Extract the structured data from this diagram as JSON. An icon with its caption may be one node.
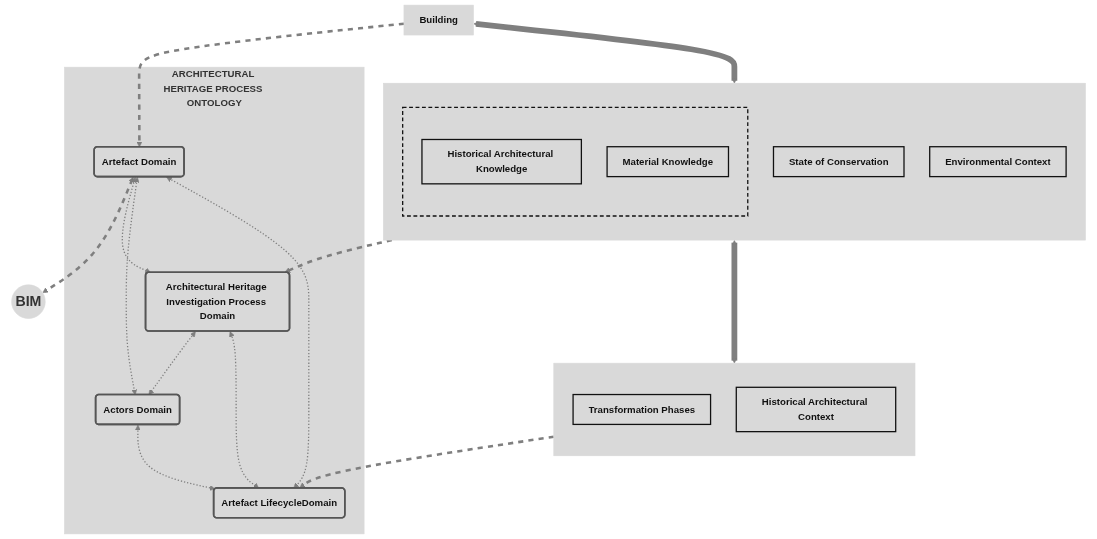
{
  "diagram": {
    "nodes": [
      {
        "text": [
          "Building"
        ]
      },
      {
        "text": [],
        "shape": "box"
      },
      {
        "text": [],
        "shape": "box",
        "in": 1
      },
      {
        "text": [
          "Historical Architectural Knowledge"
        ],
        "in": 2
      },
      {
        "text": [
          "Material Knowledge"
        ],
        "in": 2
      },
      {
        "text": [
          "State of Conservation"
        ],
        "in": 1
      },
      {
        "text": [
          "Environmental Context"
        ],
        "in": 1
      },
      {
        "text": [],
        "shape": "box"
      },
      {
        "text": [
          "Transformation Phases"
        ],
        "in": 7
      },
      {
        "text": [
          "Historical Architectural Context"
        ],
        "in": 7
      },
      {
        "text": [
          "ARCHITECTURAL HERITAGE PROCESS ONTOLOGY"
        ]
      },
      {
        "text": [
          "Artefact Domain"
        ],
        "in": 10
      },
      {
        "text": [
          "Architectural Heritage Investigation Process Domain"
        ],
        "in": 10
      },
      {
        "text": [
          "Actors Domain"
        ],
        "in": 10
      },
      {
        "text": [
          "Artefact LifecycleDomain"
        ],
        "in": 10
      },
      {
        "text": [
          "BIM"
        ]
      }
    ],
    "edges": [
      {
        "from": 0,
        "to": 1,
        "arrow": "both",
        "style": "thick"
      },
      {
        "from": 1,
        "to": 7,
        "arrow": "both",
        "style": "thick"
      },
      {
        "from": 0,
        "to": 11,
        "arrow": "to",
        "style": "dashed"
      },
      {
        "from": 1,
        "to": 12,
        "arrow": "to",
        "style": "dashed"
      },
      {
        "from": 7,
        "to": 14,
        "arrow": "to",
        "style": "dashed"
      },
      {
        "from": 11,
        "to": 15,
        "arrow": "both",
        "style": "dashed"
      },
      {
        "from": 11,
        "to": 12,
        "arrow": "both",
        "style": "dashed"
      },
      {
        "from": 11,
        "to": 13,
        "arrow": "both",
        "style": "dashed"
      },
      {
        "from": 11,
        "to": 14,
        "arrow": "both",
        "style": "dashed"
      },
      {
        "from": 12,
        "to": 13,
        "arrow": "both",
        "style": "dashed"
      },
      {
        "from": 12,
        "to": 14,
        "arrow": "both",
        "style": "dashed"
      },
      {
        "from": 13,
        "to": 14,
        "arrow": "both",
        "style": "dashed"
      }
    ]
  }
}
